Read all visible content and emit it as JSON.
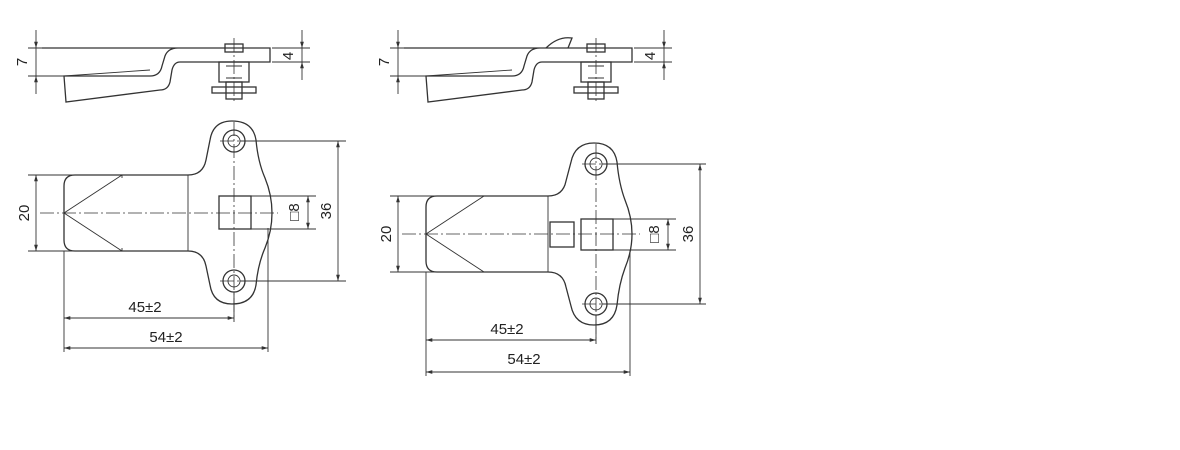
{
  "dimensions": {
    "side_thickness": "7",
    "side_offset": "4",
    "body_width": "20",
    "square_hole": "□8",
    "hole_spacing": "36",
    "hole_distance": "45±2",
    "overall_length": "54±2"
  },
  "colors": {
    "line": "#333333",
    "background": "#ffffff"
  }
}
